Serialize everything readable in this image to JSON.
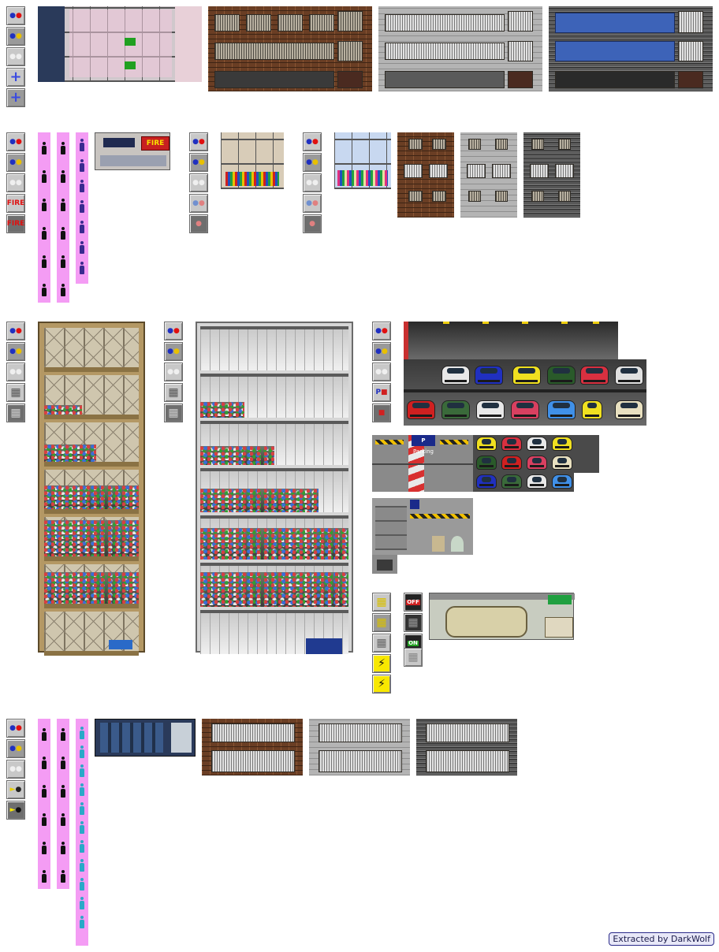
{
  "credit": "Extracted by DarkWolf",
  "icon_glyphs": {
    "people_pair": "🚶",
    "plus": "+",
    "fire": "FIRE",
    "trash": "🗑",
    "parking": "P",
    "lightning": "⚡",
    "alarm_off": "OFF",
    "alarm_on": "ON"
  },
  "signs": {
    "fire_panel": "FIRE",
    "parking_sign": "Parking",
    "parking_letter": "P"
  },
  "colors": {
    "strip_pink": "#f49cf4",
    "button_gray": "#c8c8c8",
    "button_yellow": "#f8e800",
    "brick": "#6a3e24",
    "concrete": "#b4b4b4"
  },
  "car_colors": [
    "#e8e8e8",
    "#2030c0",
    "#f0e020",
    "#2a5a2a",
    "#d83040",
    "#e0e0e0",
    "#d02020",
    "#3a6a3a",
    "#e8e8e8",
    "#d84060",
    "#4090e8",
    "#f0e020",
    "#e8e0c0"
  ]
}
